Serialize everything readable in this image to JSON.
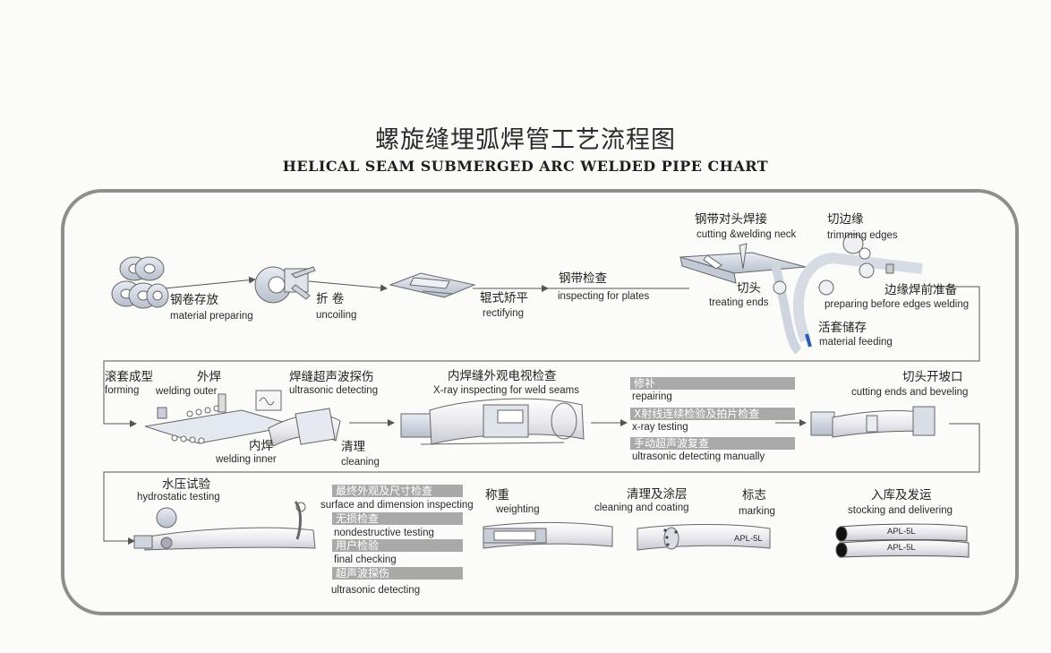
{
  "title_cn": "螺旋缝埋弧焊管工艺流程图",
  "title_en": "HELICAL SEAM SUBMERGED ARC WELDED PIPE CHART",
  "steps": {
    "material_preparing": {
      "cn": "钢卷存放",
      "en": "material preparing"
    },
    "uncoiling": {
      "cn": "折 卷",
      "en": "uncoiling"
    },
    "rectifying": {
      "cn": "辊式矫平",
      "en": "rectifying"
    },
    "inspecting_plates": {
      "cn": "钢带检查",
      "en": "inspecting for plates"
    },
    "cutting_welding_neck": {
      "cn": "钢带对头焊接",
      "en": "cutting &welding neck"
    },
    "trimming_edges": {
      "cn": "切边缘",
      "en": "trimming edges"
    },
    "treating_ends": {
      "cn": "切头",
      "en": "treating ends"
    },
    "preparing_edges": {
      "cn": "边缘焊前准备",
      "en": "preparing before edges welding"
    },
    "material_feeding": {
      "cn": "活套储存",
      "en": "material feeding"
    },
    "forming": {
      "cn": "滚套成型",
      "en": "forming"
    },
    "welding_outer": {
      "cn": "外焊",
      "en": "welding outer"
    },
    "ultrasonic_detecting": {
      "cn": "焊缝超声波探伤",
      "en": "ultrasonic detecting"
    },
    "welding_inner": {
      "cn": "内焊",
      "en": "welding inner"
    },
    "cleaning": {
      "cn": "清理",
      "en": "cleaning"
    },
    "xray_inspecting": {
      "cn": "内焊缝外观电视检查",
      "en": "X-ray inspecting for weld seams"
    },
    "repairing": {
      "cn": "修补",
      "en": "repairing"
    },
    "xray_testing": {
      "cn": "X射线连续检验及拍片检查",
      "en": "x-ray testing"
    },
    "ultrasonic_manually": {
      "cn": "手动超声波复查",
      "en": "ultrasonic detecting manually"
    },
    "cutting_beveling": {
      "cn": "切头开坡口",
      "en": "cutting ends and beveling"
    },
    "hydrostatic_testing": {
      "cn": "水压试验",
      "en": "hydrostatic testing"
    },
    "surface_dimension": {
      "cn": "最终外观及尺寸检查",
      "en": "surface and dimension inspecting"
    },
    "nondestructive": {
      "cn": "无损检查",
      "en": "nondestructive testing"
    },
    "final_checking": {
      "cn": "用户检验",
      "en": "final checking"
    },
    "ultrasonic_final": {
      "cn": "超声波探伤",
      "en": "ultrasonic detecting"
    },
    "weighting": {
      "cn": "称重",
      "en": "weighting"
    },
    "cleaning_coating": {
      "cn": "清理及涂层",
      "en": "cleaning and coating"
    },
    "marking": {
      "cn": "标志",
      "en": "marking"
    },
    "stocking": {
      "cn": "入库及发运",
      "en": "stocking and delivering"
    }
  },
  "pipe_marks": {
    "marking": "APL-5L",
    "stock_top": "APL-5L",
    "stock_bottom": "APL-5L"
  }
}
